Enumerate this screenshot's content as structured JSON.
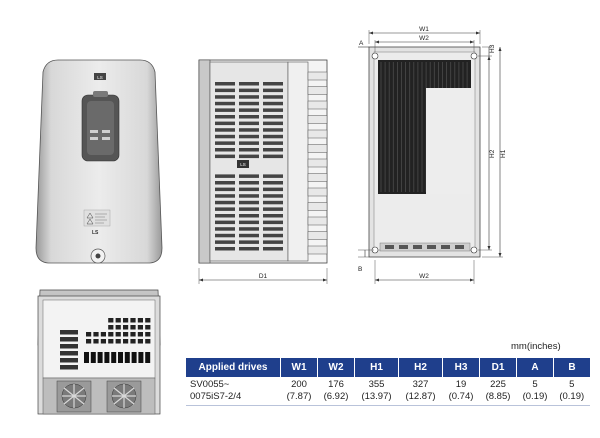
{
  "drawing": {
    "front_logo": "LS",
    "cover_badge": "LS",
    "dimension_labels": {
      "w1": "W1",
      "w2": "W2",
      "h1": "H1",
      "h2": "H2",
      "h3": "H3",
      "a": "A",
      "b": "B",
      "d1": "D1",
      "w2_bottom": "W2"
    }
  },
  "units_label": "mm(inches)",
  "table": {
    "headers": [
      "Applied drives",
      "W1",
      "W2",
      "H1",
      "H2",
      "H3",
      "D1",
      "A",
      "B"
    ],
    "row": {
      "model_line1": "SV0055~",
      "model_line2": "0075iS7-2/4",
      "values": [
        {
          "mm": "200",
          "in": "(7.87)"
        },
        {
          "mm": "176",
          "in": "(6.92)"
        },
        {
          "mm": "355",
          "in": "(13.97)"
        },
        {
          "mm": "327",
          "in": "(12.87)"
        },
        {
          "mm": "19",
          "in": "(0.74)"
        },
        {
          "mm": "225",
          "in": "(8.85)"
        },
        {
          "mm": "5",
          "in": "(0.19)"
        },
        {
          "mm": "5",
          "in": "(0.19)"
        }
      ]
    }
  }
}
